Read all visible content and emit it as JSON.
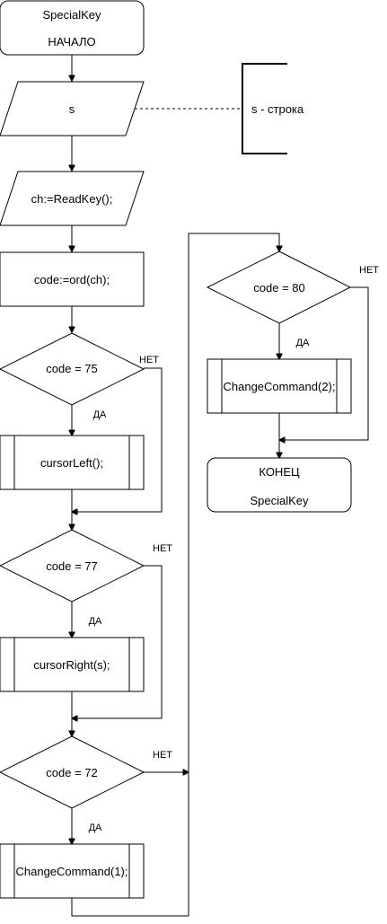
{
  "start": {
    "line1": "SpecialKey",
    "line2": "НАЧАЛО"
  },
  "input_s": "s",
  "comment_s": "s - строка",
  "read_key": "ch:=ReadKey();",
  "code_assign": "code:=ord(ch);",
  "cond_75": "code = 75",
  "cursor_left": "cursorLeft();",
  "cond_77": "code = 77",
  "cursor_right": "cursorRight(s);",
  "cond_72": "code = 72",
  "change_cmd_1": "ChangeCommand(1);",
  "cond_80": "code = 80",
  "change_cmd_2": "ChangeCommand(2);",
  "end": {
    "line1": "КОНЕЦ",
    "line2": "SpecialKey"
  },
  "labels": {
    "yes": "ДА",
    "no": "НЕТ"
  }
}
